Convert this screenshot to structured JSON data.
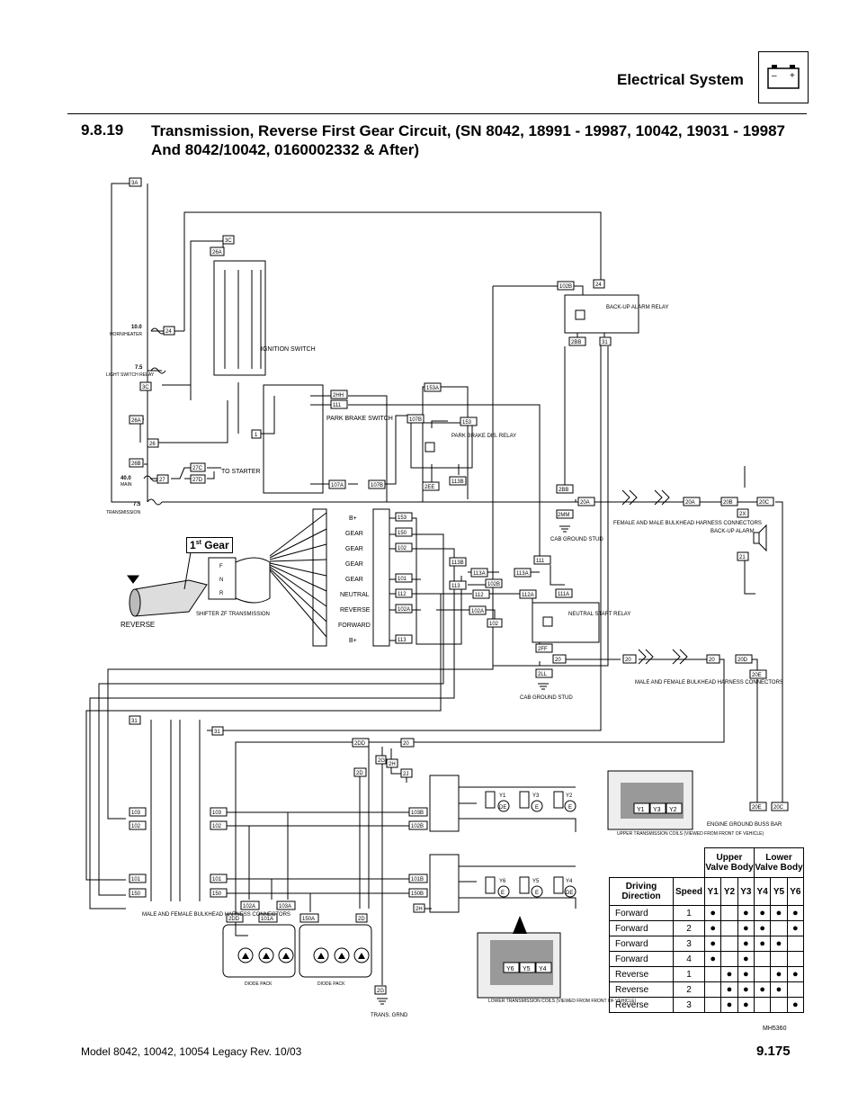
{
  "header": {
    "section": "Electrical System",
    "battery_minus": "–",
    "battery_plus": "+"
  },
  "section": {
    "number": "9.8.19",
    "title": "Transmission, Reverse First Gear Circuit, (SN 8042, 18991 - 19987, 10042, 19031 - 19987 And 8042/10042, 0160002332 & After)"
  },
  "footer": {
    "model": "Model  8042, 10042, 10054 Legacy    Rev.  10/03",
    "page": "9.175"
  },
  "diagram": {
    "fuses": [
      {
        "amp": "10.0",
        "name": "HORN/HEATER"
      },
      {
        "amp": "7.5",
        "name": "LIGHT SWITCH RELAY"
      },
      {
        "amp": "40.0",
        "name": "MAIN"
      },
      {
        "amp": "7.5",
        "name": "TRANSMISSION"
      }
    ],
    "components": {
      "ignition": "IGNITION SWITCH",
      "park_brake": "PARK BRAKE SWITCH",
      "park_brake_relay": "PARK BRAKE DIS. RELAY",
      "backup_relay": "BACK-UP ALARM RELAY",
      "neutral_relay": "NEUTRAL START RELAY",
      "cab_ground_1": "CAB GROUND STUD",
      "cab_ground_2": "CAB GROUND STUD",
      "bulkhead_top": "FEMALE AND MALE BULKHEAD HARNESS CONNECTORS",
      "bulkhead_mid": "MALE AND FEMALE BULKHEAD HARNESS CONNECTORS",
      "bulkhead_bottom": "MALE AND FEMALE BULKHEAD HARNESS CONNECTORS",
      "backup_alarm": "BACK-UP ALARM",
      "to_starter": "TO STARTER",
      "shifter": "SHIFTER ZF TRANSMISSION",
      "reverse": "REVERSE",
      "diode_pack": "DIODE PACK",
      "trans_grnd": "TRANS. GRND",
      "engine_buss": "ENGINE GROUND BUSS BAR",
      "upper_coils": "UPPER TRANSMISSION COILS (VIEWED FROM FRONT OF VEHICLE)",
      "lower_coils": "LOWER TRANSMISSION COILS (VIEWED FROM FRONT OF VEHICLE)",
      "figure_id": "MH5360"
    },
    "gear_label_main": "1",
    "gear_label_sup": "st",
    "gear_label_rest": " Gear",
    "shifter_positions": [
      "B+",
      "GEAR",
      "GEAR",
      "GEAR",
      "GEAR",
      "NEUTRAL",
      "REVERSE",
      "FORWARD",
      "B+"
    ],
    "shifter_wires": [
      "153",
      "150",
      "102",
      "",
      "101",
      "112",
      "102A",
      "",
      "113"
    ],
    "wire_labels": [
      "3A",
      "3C",
      "26A",
      "24",
      "3C",
      "26A",
      "26B",
      "26",
      "27",
      "27C",
      "27D",
      "1",
      "2HH",
      "111",
      "153A",
      "107B",
      "153",
      "107A",
      "107B",
      "2EE",
      "113B",
      "113B",
      "113",
      "113A",
      "102B",
      "113A",
      "111",
      "112",
      "112A",
      "111A",
      "102A",
      "102",
      "2BB",
      "2MM",
      "20A",
      "20A",
      "20B",
      "20C",
      "2X",
      "21",
      "2FF",
      "2LL",
      "20",
      "20",
      "20",
      "20D",
      "20E",
      "20E",
      "20C",
      "31",
      "31",
      "2DD",
      "20",
      "2D",
      "2G",
      "2H",
      "2J",
      "103",
      "102",
      "101",
      "150",
      "103",
      "102",
      "101",
      "150",
      "103B",
      "102B",
      "101B",
      "150B",
      "2H",
      "102A",
      "101A",
      "103A",
      "150A",
      "2DD",
      "2D",
      "2G",
      "102B",
      "24",
      "2BB",
      "31"
    ],
    "coil_labels_upper": [
      "Y1",
      "Y3",
      "Y2"
    ],
    "coil_labels_lower": [
      "Y6",
      "Y5",
      "Y4"
    ],
    "coil_tags_upper": [
      "DE",
      "E",
      "E"
    ],
    "coil_tags_lower": [
      "E",
      "E",
      "DE"
    ]
  },
  "speed_table": {
    "group_upper": "Upper Valve Body",
    "group_lower": "Lower Valve Body",
    "col_direction": "Driving Direction",
    "col_speed": "Speed",
    "valve_cols": [
      "Y1",
      "Y2",
      "Y3",
      "Y4",
      "Y5",
      "Y6"
    ],
    "rows": [
      {
        "direction": "Forward",
        "speed": "1",
        "marks": [
          "●",
          "",
          "●",
          "●",
          "●",
          "●"
        ]
      },
      {
        "direction": "Forward",
        "speed": "2",
        "marks": [
          "●",
          "",
          "●",
          "●",
          "",
          "●"
        ]
      },
      {
        "direction": "Forward",
        "speed": "3",
        "marks": [
          "●",
          "",
          "●",
          "●",
          "●",
          ""
        ]
      },
      {
        "direction": "Forward",
        "speed": "4",
        "marks": [
          "●",
          "",
          "●",
          "",
          "",
          ""
        ]
      },
      {
        "direction": "Reverse",
        "speed": "1",
        "marks": [
          "",
          "●",
          "●",
          "",
          "●",
          "●"
        ]
      },
      {
        "direction": "Reverse",
        "speed": "2",
        "marks": [
          "",
          "●",
          "●",
          "●",
          "●",
          ""
        ]
      },
      {
        "direction": "Reverse",
        "speed": "3",
        "marks": [
          "",
          "●",
          "●",
          "",
          "",
          "●"
        ]
      }
    ]
  }
}
